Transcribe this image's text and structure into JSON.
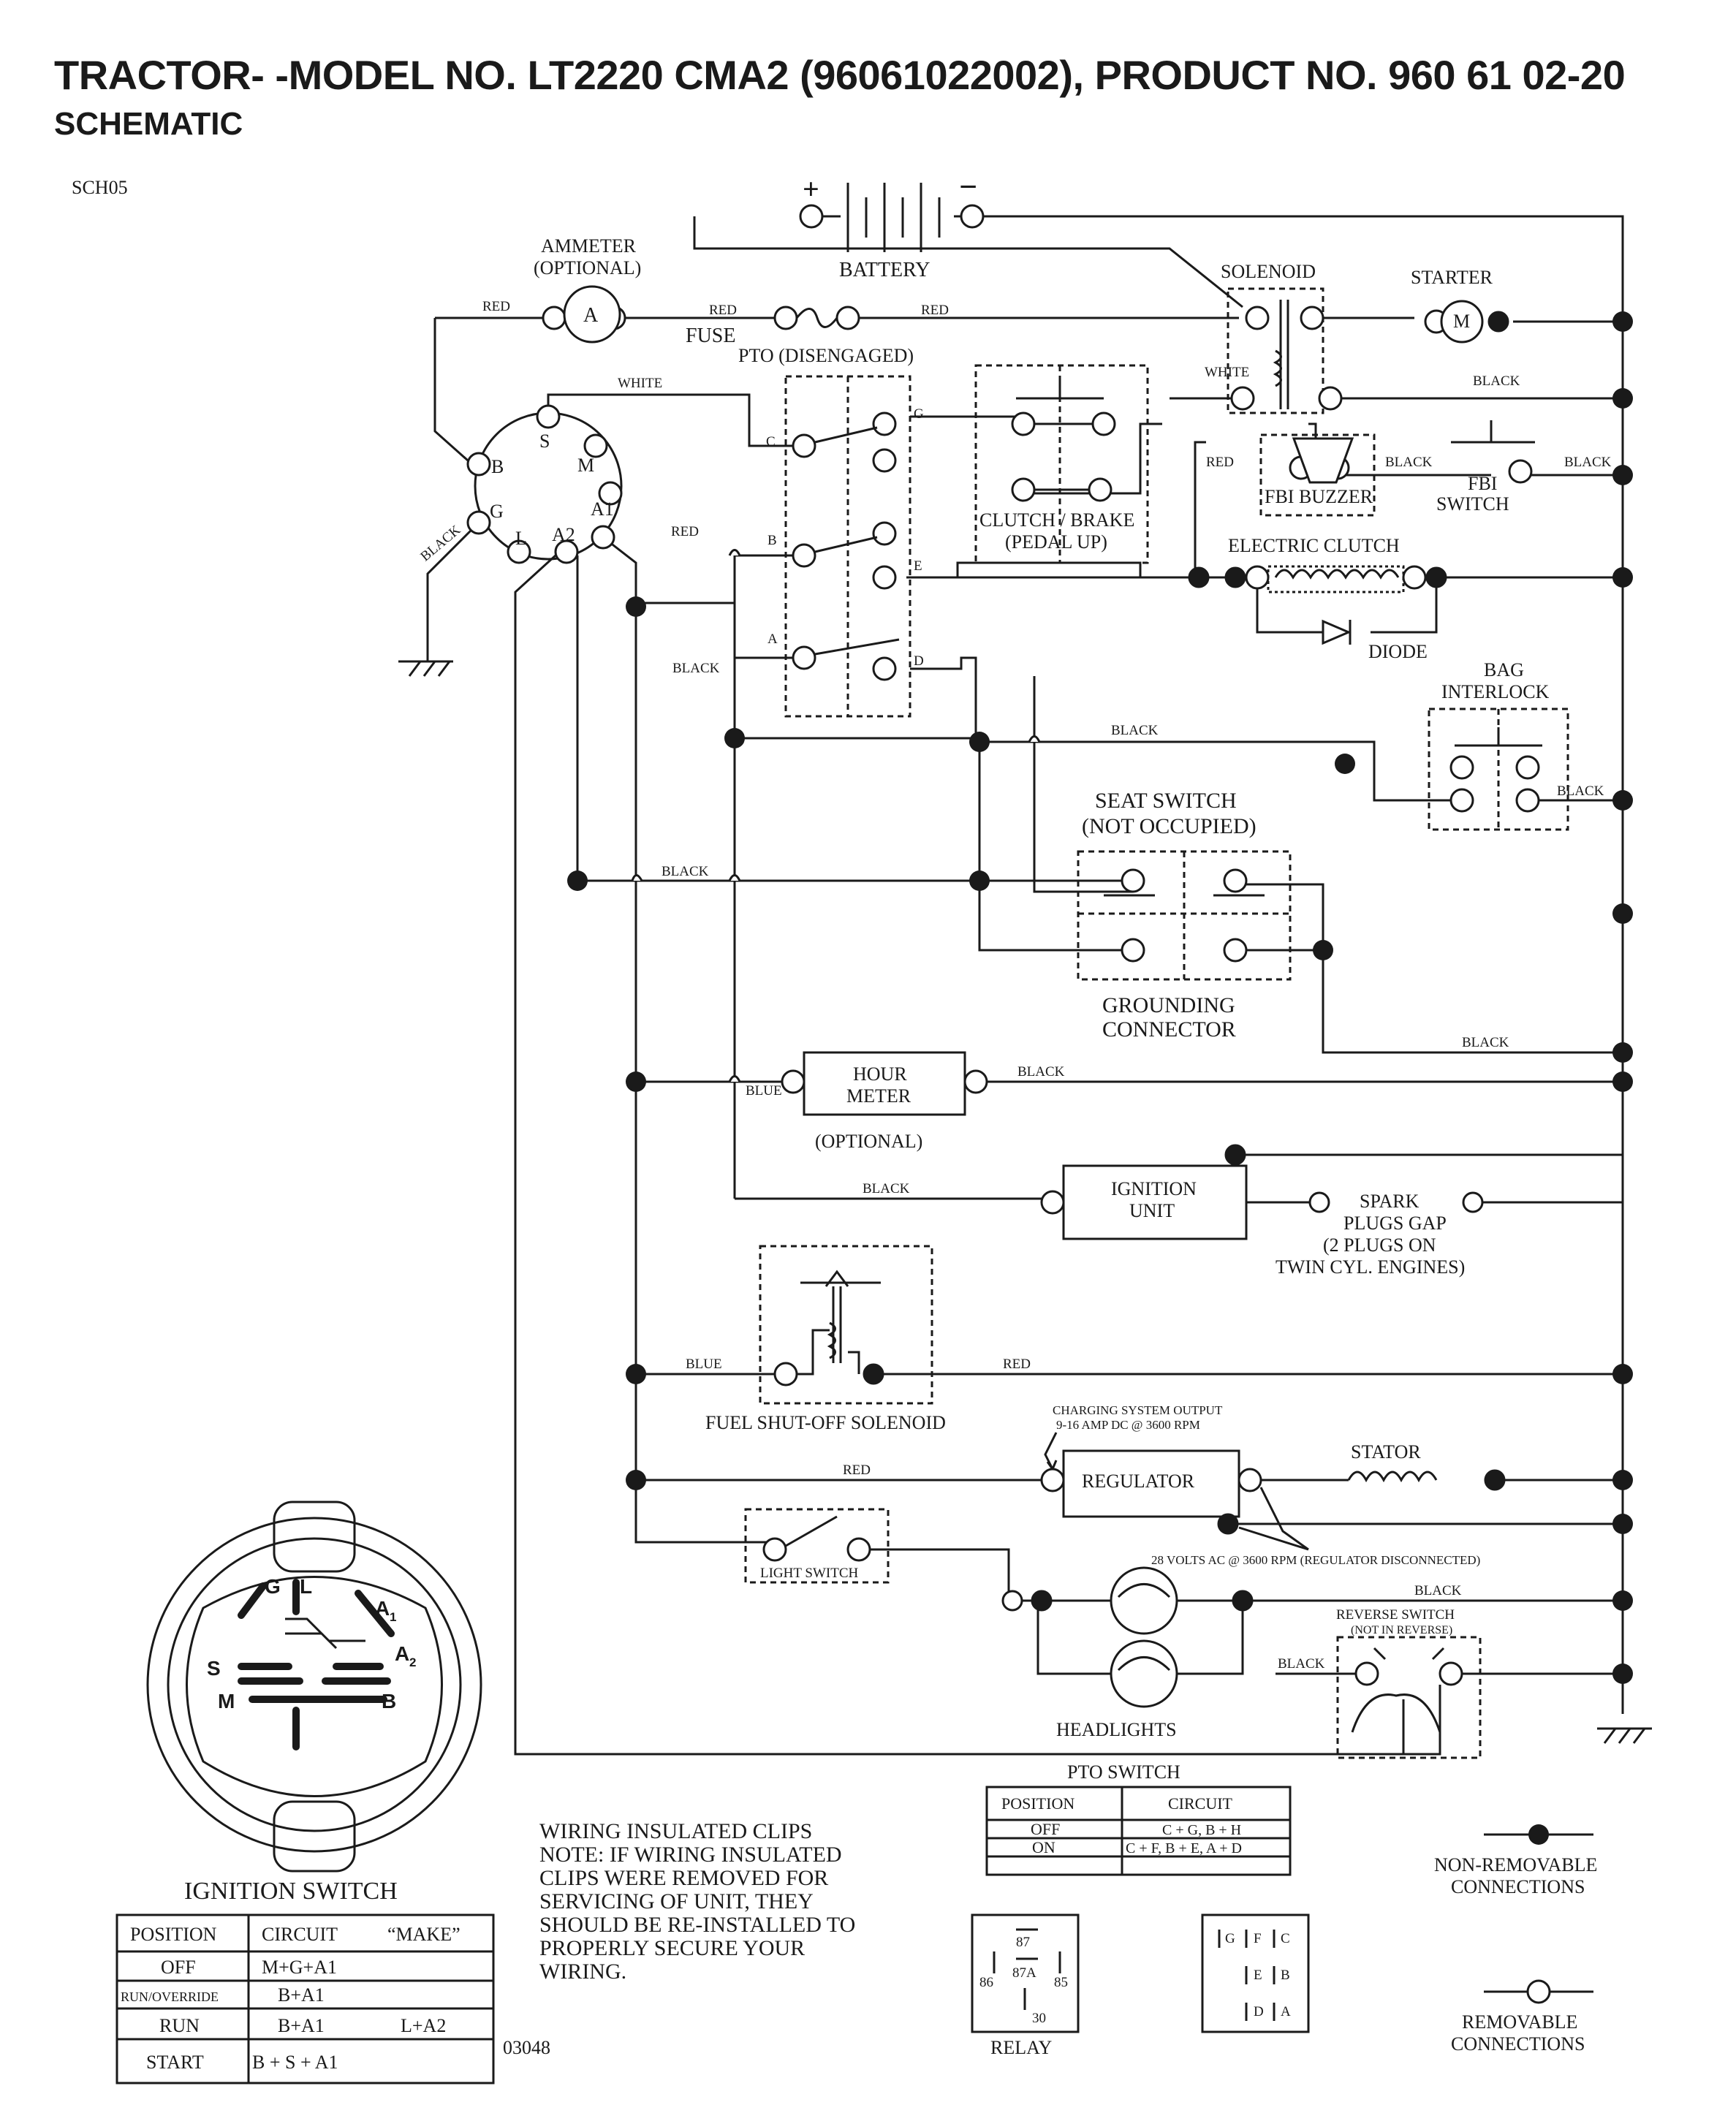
{
  "title": "TRACTOR- -MODEL NO. LT2220 CMA2 (96061022002), PRODUCT NO. 960 61 02-20",
  "subtitle": "SCHEMATIC",
  "sheet_code": "SCH05",
  "drawing_number": "03048",
  "components": {
    "battery": "BATTERY",
    "battery_plus": "+",
    "battery_minus": "−",
    "ammeter_1": "AMMETER",
    "ammeter_2": "(OPTIONAL)",
    "ammeter_symbol": "A",
    "fuse": "FUSE",
    "solenoid": "SOLENOID",
    "starter": "STARTER",
    "starter_symbol": "M",
    "pto": "PTO (DISENGAGED)",
    "clutch_brake_1": "CLUTCH / BRAKE",
    "clutch_brake_2": "(PEDAL UP)",
    "fbi_buzzer": "FBI BUZZER",
    "fbi_switch_1": "FBI",
    "fbi_switch_2": "SWITCH",
    "electric_clutch": "ELECTRIC CLUTCH",
    "diode": "DIODE",
    "bag_interlock_1": "BAG",
    "bag_interlock_2": "INTERLOCK",
    "seat_switch_1": "SEAT SWITCH",
    "seat_switch_2": "(NOT OCCUPIED)",
    "grounding_1": "GROUNDING",
    "grounding_2": "CONNECTOR",
    "hour_meter_1": "HOUR",
    "hour_meter_2": "METER",
    "hour_meter_opt": "(OPTIONAL)",
    "ignition_unit_1": "IGNITION",
    "ignition_unit_2": "UNIT",
    "spark_1": "SPARK",
    "spark_2": "PLUGS GAP",
    "spark_3": "(2 PLUGS ON",
    "spark_4": "TWIN CYL. ENGINES)",
    "fuel_solenoid": "FUEL SHUT-OFF SOLENOID",
    "charging_1": "CHARGING SYSTEM OUTPUT",
    "charging_2": "9-16 AMP DC @ 3600 RPM",
    "regulator": "REGULATOR",
    "stator": "STATOR",
    "ac_note": "28 VOLTS AC @ 3600 RPM (REGULATOR DISCONNECTED)",
    "light_switch": "LIGHT SWITCH",
    "headlights": "HEADLIGHTS",
    "reverse_1": "REVERSE SWITCH",
    "reverse_2": "(NOT IN REVERSE)",
    "ignition_switch": "IGNITION SWITCH",
    "relay": "RELAY"
  },
  "wire_labels": {
    "red": "RED",
    "white": "WHITE",
    "black": "BLACK",
    "blue": "BLUE"
  },
  "terminals": {
    "ignition": [
      "B",
      "S",
      "M",
      "G",
      "A1",
      "L",
      "A2"
    ],
    "pto": [
      "C",
      "G",
      "B",
      "E",
      "A",
      "D"
    ],
    "relay": [
      "87",
      "86",
      "87A",
      "85",
      "30"
    ],
    "pto_plug": [
      "G",
      "F",
      "C",
      "E",
      "B",
      "D",
      "A"
    ]
  },
  "plug_face": {
    "G": "G",
    "L": "L",
    "A1": "A",
    "A1_sub": "1",
    "S": "S",
    "A2": "A",
    "A2_sub": "2",
    "M": "M",
    "B": "B"
  },
  "pto_table": {
    "title": "PTO SWITCH",
    "headers": [
      "POSITION",
      "CIRCUIT"
    ],
    "rows": [
      [
        "OFF",
        "C + G, B + H"
      ],
      [
        "ON",
        "C + F, B + E, A + D"
      ]
    ]
  },
  "ignition_table": {
    "headers": [
      "POSITION",
      "CIRCUIT",
      "“MAKE”"
    ],
    "rows": [
      [
        "OFF",
        "M+G+A1",
        ""
      ],
      [
        "RUN/OVERRIDE",
        "B+A1",
        ""
      ],
      [
        "RUN",
        "B+A1",
        "L+A2"
      ],
      [
        "START",
        "B + S + A1",
        ""
      ]
    ]
  },
  "note": [
    "WIRING INSULATED CLIPS",
    "NOTE:  IF WIRING INSULATED",
    "CLIPS WERE REMOVED FOR",
    "SERVICING OF UNIT, THEY",
    "SHOULD BE RE-INSTALLED TO",
    "PROPERLY SECURE YOUR",
    "WIRING."
  ],
  "legend": {
    "non_removable_1": "NON-REMOVABLE",
    "non_removable_2": "CONNECTIONS",
    "removable_1": "REMOVABLE",
    "removable_2": "CONNECTIONS"
  }
}
